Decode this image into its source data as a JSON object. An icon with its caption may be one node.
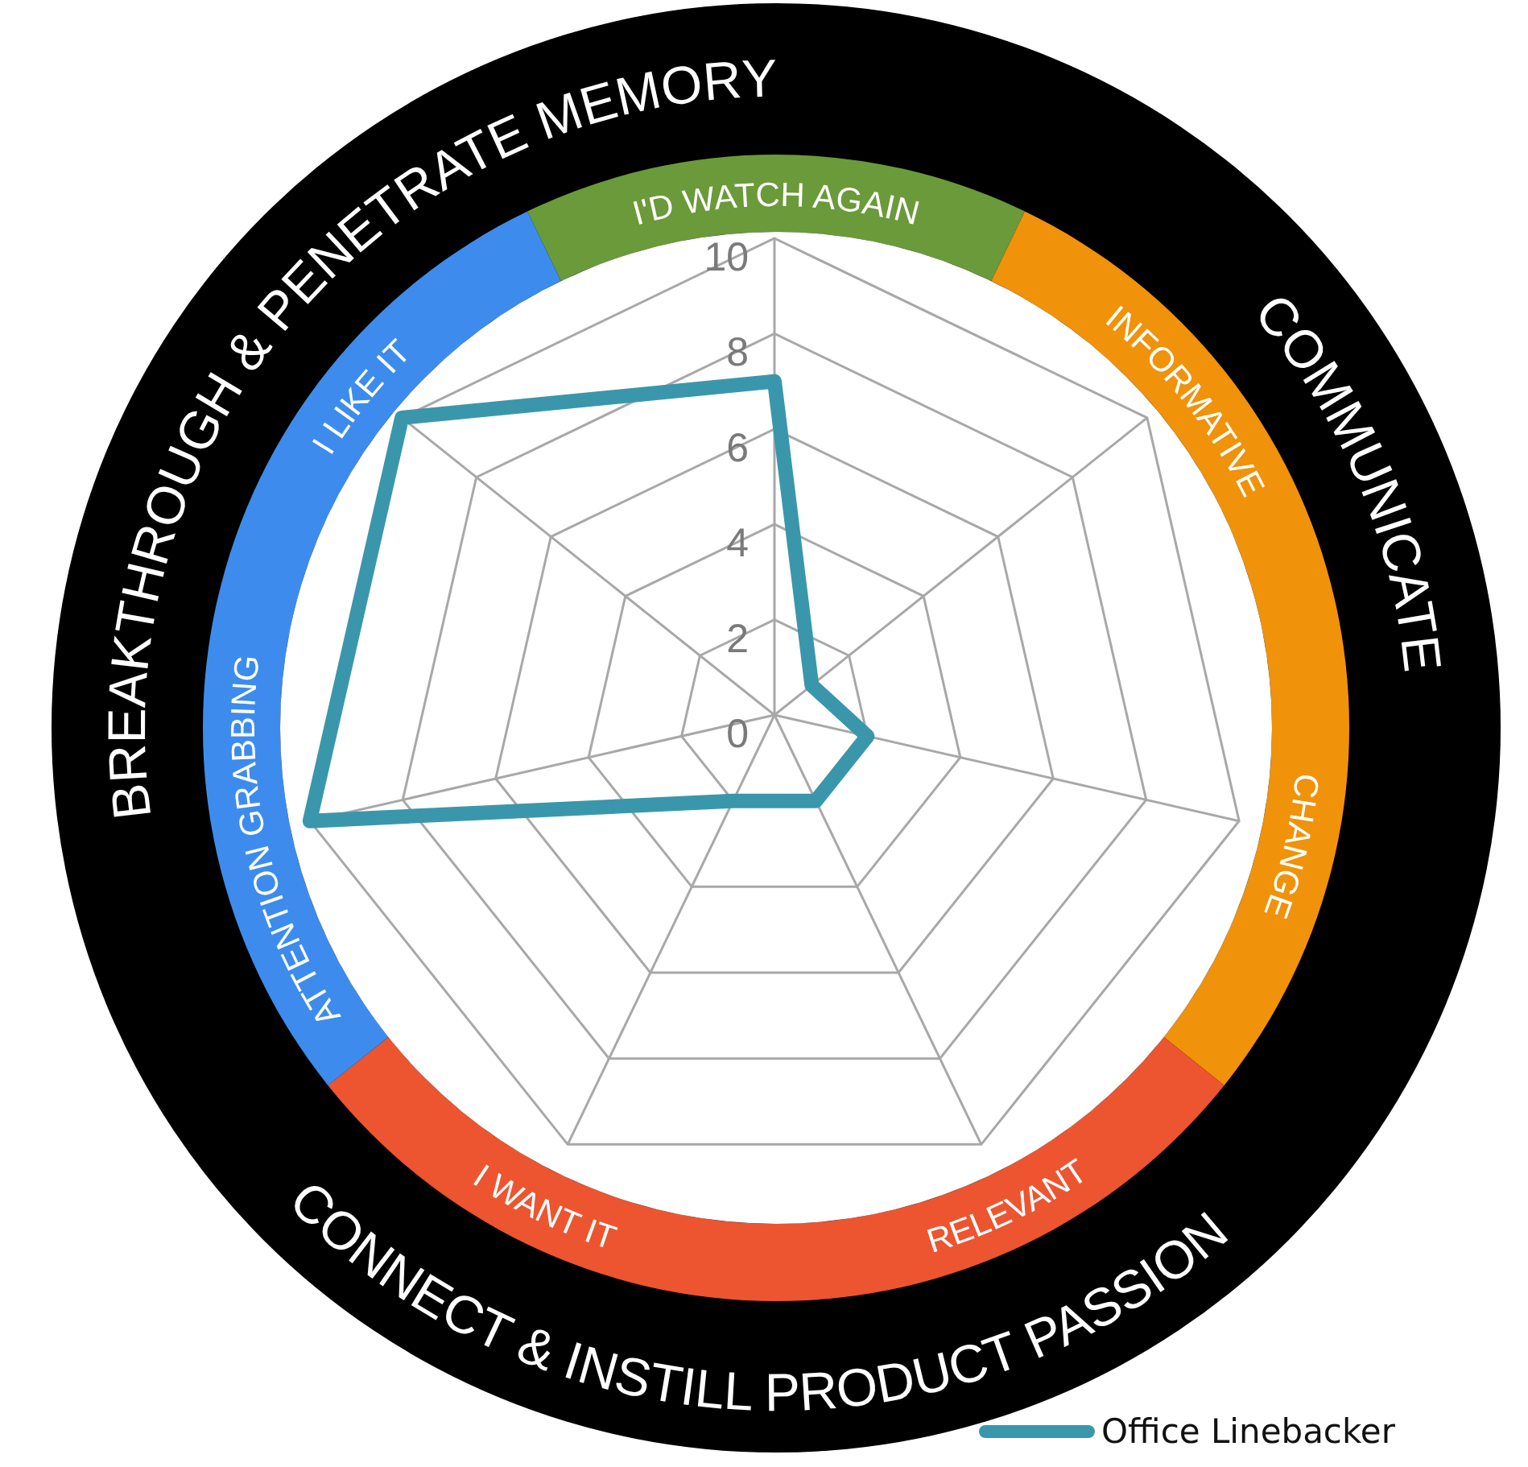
{
  "diagram": {
    "labels": [
      "BREAKTHROUGH & PENETRATE MEMORY",
      "COMMUNICATE",
      "CONNECT & INSTILL PRODUCT PASSION"
    ],
    "chart_data": {
      "type": "radar",
      "categories": [
        "I'D WATCH AGAIN",
        "INFORMATIVE",
        "CHANGE",
        "RELEVANT",
        "I WANT IT",
        "ATTENTION GRABBING",
        "I LIKE IT"
      ],
      "series": [
        {
          "name": "Office Linebacker",
          "color": "#3a97ab",
          "values": [
            7,
            1,
            2,
            2,
            2,
            10,
            10
          ]
        }
      ],
      "ylim": [
        0,
        10
      ],
      "yticks": [
        0,
        2,
        4,
        6,
        8,
        10
      ]
    }
  }
}
